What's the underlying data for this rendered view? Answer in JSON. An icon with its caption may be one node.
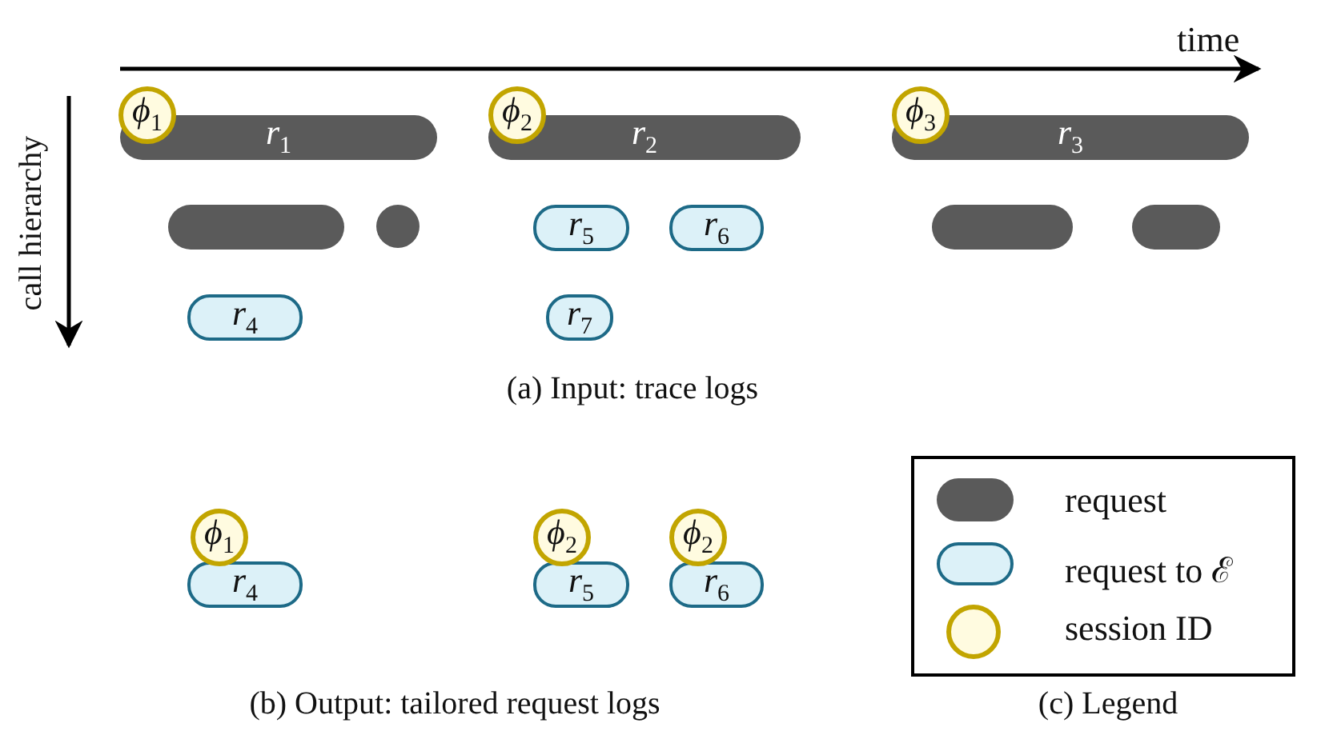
{
  "diagram": {
    "nodes": [
      {
        "text": [
          "*ϕ*$_{1}$"
        ]
      },
      {
        "text": [
          "*r*$_{1}$"
        ]
      },
      {
        "text": [
          "*ϕ*$_{2}$"
        ]
      },
      {
        "text": [
          "*r*$_{2}$"
        ]
      },
      {
        "text": [
          "*ϕ*$_{3}$"
        ]
      },
      {
        "text": [
          "*r*$_{3}$"
        ]
      },
      {
        "text": [],
        "shape": "bar"
      },
      {
        "text": [],
        "shape": "circle"
      },
      {
        "text": [
          "*r*$_{5}$"
        ]
      },
      {
        "text": [
          "*r*$_{6}$"
        ]
      },
      {
        "text": [],
        "shape": "bar"
      },
      {
        "text": [],
        "shape": "bar"
      },
      {
        "text": [
          "*r*$_{4}$"
        ]
      },
      {
        "text": [
          "*r*$_{7}$"
        ]
      },
      {
        "text": [
          "*ϕ*$_{1}$"
        ]
      },
      {
        "text": [
          "*r*$_{4}$"
        ]
      },
      {
        "text": [
          "*ϕ*$_{2}$"
        ]
      },
      {
        "text": [
          "*r*$_{5}$"
        ]
      },
      {
        "text": [
          "*ϕ*$_{2}$"
        ]
      },
      {
        "text": [
          "*r*$_{6}$"
        ]
      }
    ],
    "labels": [
      "time",
      "call hierarchy",
      "(a) Input: trace logs",
      "(b) Output: tailored request logs",
      "(c) Legend"
    ],
    "legend": [
      {
        "text": "request"
      },
      {
        "text": "request to ℰ"
      },
      {
        "text": "session ID"
      }
    ]
  }
}
